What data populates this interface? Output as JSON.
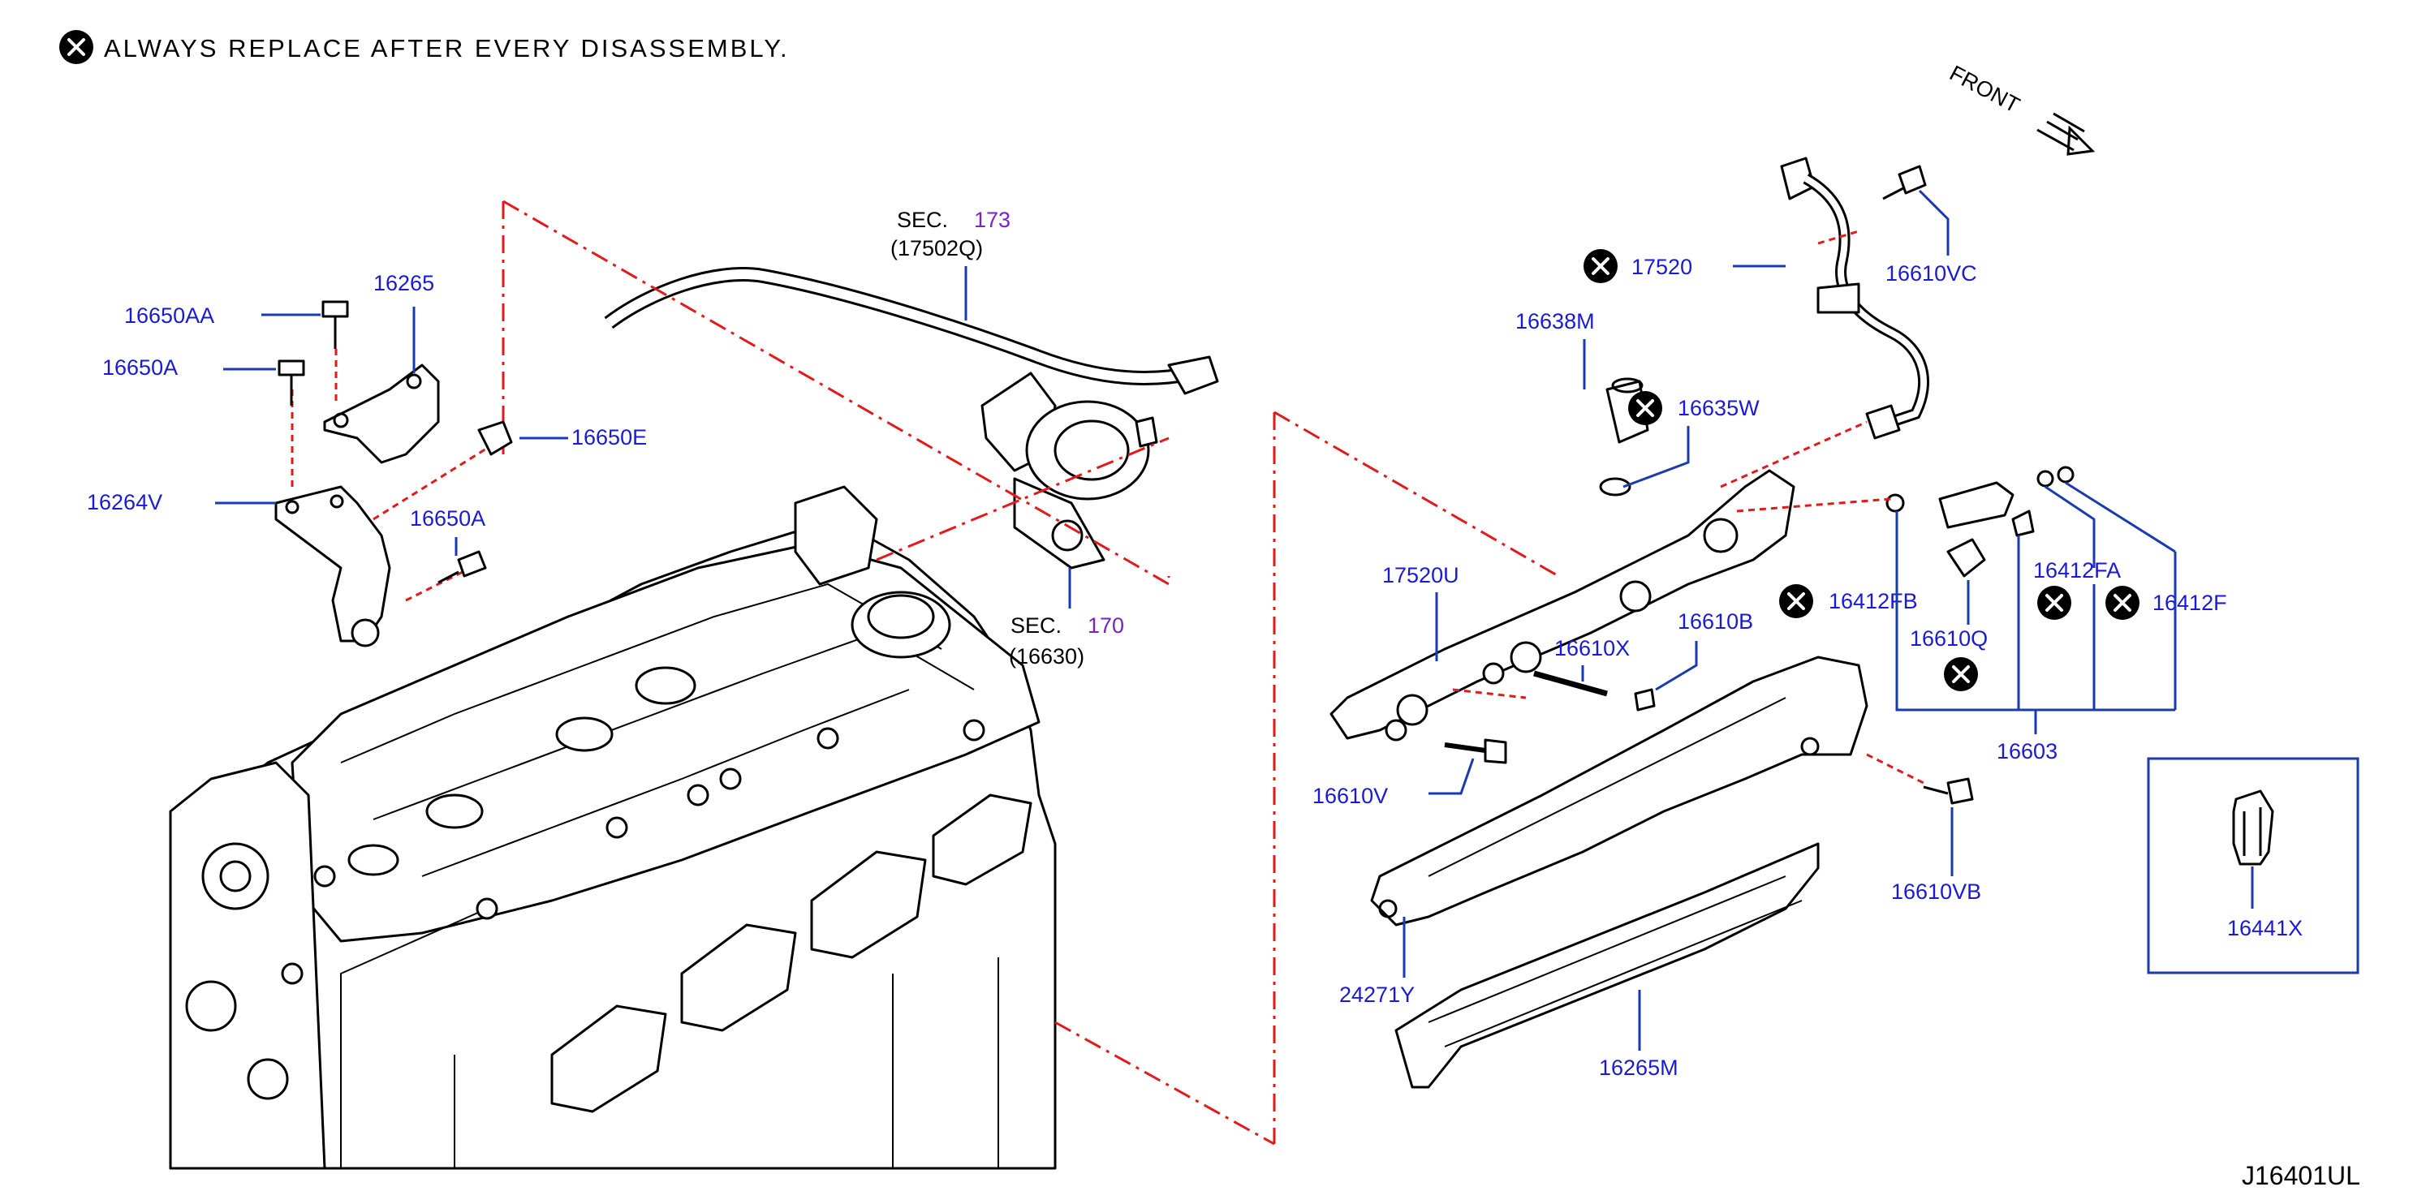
{
  "note": {
    "text": "ALWAYS REPLACE AFTER EVERY DISASSEMBLY."
  },
  "front": "FRONT",
  "diagram_id": "J16401UL",
  "sections": {
    "s173": {
      "prefix": "SEC.",
      "number": "173",
      "ref": "(17502Q)"
    },
    "s170": {
      "prefix": "SEC.",
      "number": "170",
      "ref": "(16630)"
    }
  },
  "parts": {
    "p16650AA": "16650AA",
    "p16265": "16265",
    "p16650A_top": "16650A",
    "p16650E": "16650E",
    "p16264V": "16264V",
    "p16650A_low": "16650A",
    "p17520": "17520",
    "p16610VC": "16610VC",
    "p16638M": "16638M",
    "p16635W": "16635W",
    "p17520U": "17520U",
    "p16610X": "16610X",
    "p16610B": "16610B",
    "p16412FB": "16412FB",
    "p16610Q": "16610Q",
    "p16412FA": "16412FA",
    "p16412F": "16412F",
    "p16603": "16603",
    "p16610V": "16610V",
    "p16610VB": "16610VB",
    "p24271Y": "24271Y",
    "p16265M": "16265M",
    "p16441X": "16441X"
  },
  "colors": {
    "part_number": "#1a1ad6",
    "section_number": "#7a22c8",
    "leader": "#1a3ab0",
    "reference_line": "#e21a1a"
  }
}
